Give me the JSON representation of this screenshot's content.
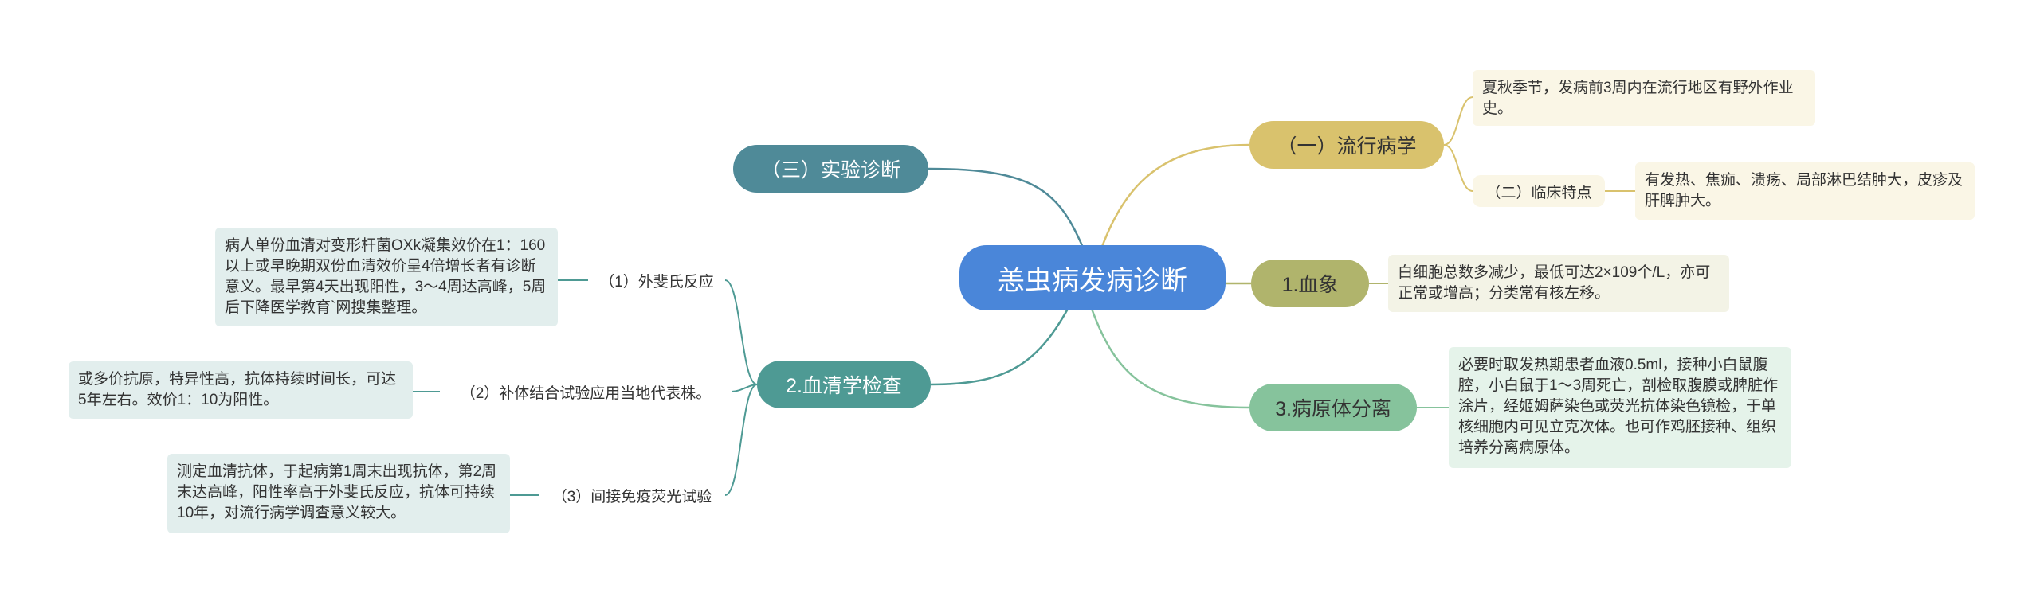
{
  "root": {
    "label": "恙虫病发病诊断"
  },
  "branches": {
    "epidemiology": {
      "label": "（一）流行病学",
      "detail": "夏秋季节，发病前3周内在流行地区有野外作业史。",
      "clinical": {
        "label": "（二）临床特点",
        "detail": "有发热、焦痂、溃疡、局部淋巴结肿大，皮疹及肝脾肿大。"
      }
    },
    "blood": {
      "label": "1.血象",
      "detail": "白细胞总数多减少，最低可达2×109个/L，亦可正常或增高；分类常有核左移。"
    },
    "isolation": {
      "label": "3.病原体分离",
      "detail": "必要时取发热期患者血液0.5ml，接种小白鼠腹腔，小白鼠于1～3周死亡，剖检取腹膜或脾脏作涂片，经姬姆萨染色或荧光抗体染色镜检，于单核细胞内可见立克次体。也可作鸡胚接种、组织培养分离病原体。"
    },
    "lab": {
      "label": "（三）实验诊断"
    },
    "serology": {
      "label": "2.血清学检查",
      "children": [
        {
          "label": "（1）外斐氏反应",
          "detail": "病人单份血清对变形杆菌OXk凝集效价在1：160以上或早晚期双份血清效价呈4倍增长者有诊断意义。最早第4天出现阳性，3～4周达高峰，5周后下降医学教育`网搜集整理。"
        },
        {
          "label": "（2）补体结合试验应用当地代表株。",
          "detail": "或多价抗原，特异性高，抗体持续时间长，可达5年左右。效价1：10为阳性。"
        },
        {
          "label": "（3）间接免疫荧光试验",
          "detail": "测定血清抗体，于起病第1周末出现抗体，第2周末达高峰，阳性率高于外斐氏反应，抗体可持续10年，对流行病学调查意义较大。"
        }
      ]
    }
  },
  "colors": {
    "root": "#4a86d9",
    "yellow": "#d9c26d",
    "olive": "#b0b46c",
    "green": "#86c39c",
    "teal": "#4e9a94",
    "slate": "#4f8a98"
  }
}
